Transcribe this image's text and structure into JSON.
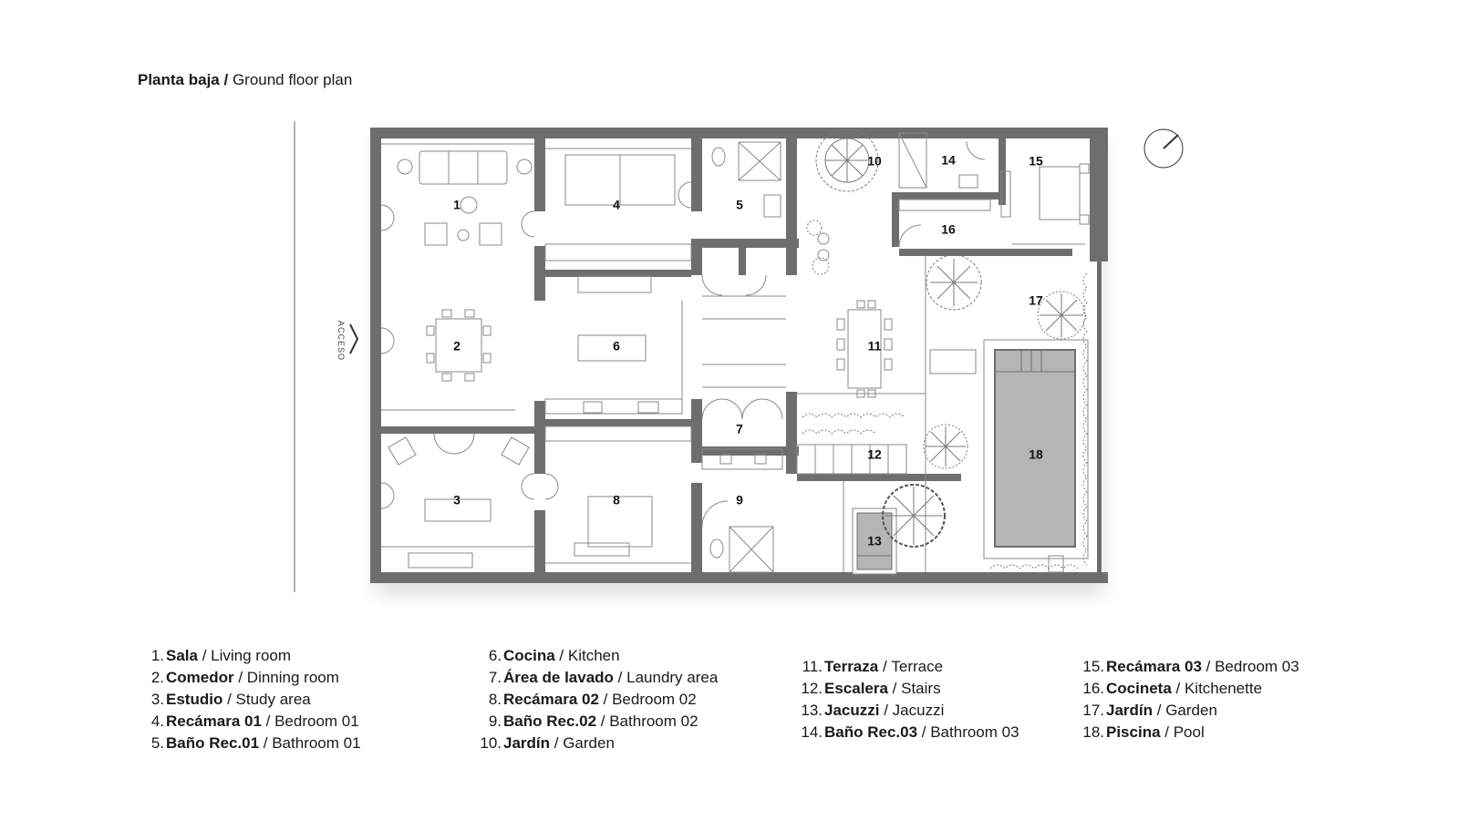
{
  "title": {
    "bold": "Planta baja /",
    "regular": "Ground floor plan"
  },
  "access_label": "ACCESO",
  "room_numbers": [
    "1",
    "2",
    "3",
    "4",
    "5",
    "6",
    "7",
    "8",
    "9",
    "10",
    "11",
    "12",
    "13",
    "14",
    "15",
    "16",
    "17",
    "18"
  ],
  "legend": [
    {
      "num": "1.",
      "es": "Sala",
      "en": "Living room"
    },
    {
      "num": "2.",
      "es": "Comedor",
      "en": "Dinning room"
    },
    {
      "num": "3.",
      "es": "Estudio",
      "en": "Study area"
    },
    {
      "num": "4.",
      "es": "Recámara 01",
      "en": "Bedroom 01"
    },
    {
      "num": "5.",
      "es": "Baño Rec.01",
      "en": "Bathroom 01"
    },
    {
      "num": "6.",
      "es": "Cocina",
      "en": "Kitchen"
    },
    {
      "num": "7.",
      "es": "Área de lavado",
      "en": "Laundry area"
    },
    {
      "num": "8.",
      "es": "Recámara 02",
      "en": "Bedroom 02"
    },
    {
      "num": "9.",
      "es": "Baño Rec.02",
      "en": "Bathroom 02"
    },
    {
      "num": "10.",
      "es": "Jardín",
      "en": "Garden"
    },
    {
      "num": "11.",
      "es": "Terraza",
      "en": "Terrace"
    },
    {
      "num": "12.",
      "es": "Escalera",
      "en": "Stairs"
    },
    {
      "num": "13.",
      "es": "Jacuzzi",
      "en": "Jacuzzi"
    },
    {
      "num": "14.",
      "es": "Baño Rec.03",
      "en": "Bathroom 03"
    },
    {
      "num": "15.",
      "es": "Recámara 03",
      "en": "Bedroom 03"
    },
    {
      "num": "16.",
      "es": "Cocineta",
      "en": "Kitchenette"
    },
    {
      "num": "17.",
      "es": "Jardín",
      "en": "Garden"
    },
    {
      "num": "18.",
      "es": "Piscina",
      "en": "Pool"
    }
  ],
  "colors": {
    "wall": "#6e6e6e",
    "pool": "#b5b5b5",
    "lines": "#9a9a9a",
    "text": "#1a1a1a"
  }
}
